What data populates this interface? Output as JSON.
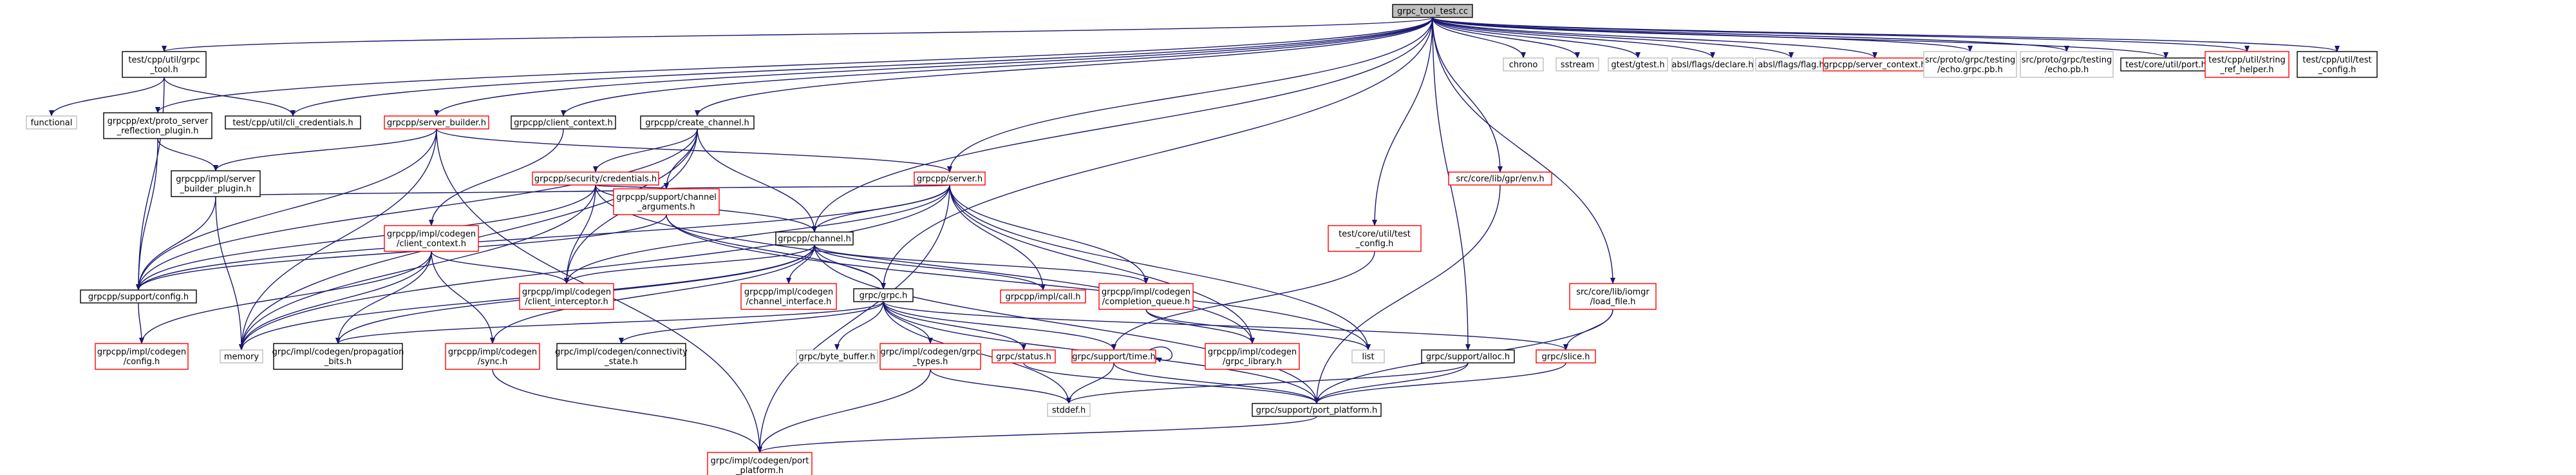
{
  "colors": {
    "edge": "#191970",
    "node_black_border": "#000000",
    "node_red_border": "#ff0000",
    "node_gray_border": "#bfbfbf",
    "root_fill": "#bfbfbf",
    "node_fill": "#ffffff"
  },
  "nodes": [
    {
      "id": "root",
      "lines": [
        "grpc_tool_test.cc"
      ],
      "style": "root"
    },
    {
      "id": "test_grpc_tool",
      "lines": [
        "test/cpp/util/grpc",
        "_tool.h"
      ],
      "style": "black"
    },
    {
      "id": "proto_reflection",
      "lines": [
        "grpcpp/ext/proto_server",
        "_reflection_plugin.h"
      ],
      "style": "black"
    },
    {
      "id": "cli_credentials",
      "lines": [
        "test/cpp/util/cli_credentials.h"
      ],
      "style": "black"
    },
    {
      "id": "server_builder",
      "lines": [
        "grpcpp/server_builder.h"
      ],
      "style": "red"
    },
    {
      "id": "client_context",
      "lines": [
        "grpcpp/client_context.h"
      ],
      "style": "black"
    },
    {
      "id": "create_channel",
      "lines": [
        "grpcpp/create_channel.h"
      ],
      "style": "black"
    },
    {
      "id": "chrono",
      "lines": [
        "chrono"
      ],
      "style": "gray"
    },
    {
      "id": "sstream",
      "lines": [
        "sstream"
      ],
      "style": "gray"
    },
    {
      "id": "gtest",
      "lines": [
        "gtest/gtest.h"
      ],
      "style": "gray"
    },
    {
      "id": "absl_declare",
      "lines": [
        "absl/flags/declare.h"
      ],
      "style": "gray"
    },
    {
      "id": "absl_flag",
      "lines": [
        "absl/flags/flag.h"
      ],
      "style": "gray"
    },
    {
      "id": "server_context",
      "lines": [
        "grpcpp/server_context.h"
      ],
      "style": "red"
    },
    {
      "id": "echo_grpc_pb",
      "lines": [
        "src/proto/grpc/testing",
        "/echo.grpc.pb.h"
      ],
      "style": "gray"
    },
    {
      "id": "echo_pb",
      "lines": [
        "src/proto/grpc/testing",
        "/echo.pb.h"
      ],
      "style": "gray"
    },
    {
      "id": "port_h",
      "lines": [
        "test/core/util/port.h"
      ],
      "style": "black"
    },
    {
      "id": "string_ref_helper",
      "lines": [
        "test/cpp/util/string",
        "_ref_helper.h"
      ],
      "style": "red"
    },
    {
      "id": "cpp_test_config",
      "lines": [
        "test/cpp/util/test",
        "_config.h"
      ],
      "style": "black"
    },
    {
      "id": "functional",
      "lines": [
        "functional"
      ],
      "style": "gray"
    },
    {
      "id": "server_builder_plugin",
      "lines": [
        "grpcpp/impl/server",
        "_builder_plugin.h"
      ],
      "style": "black"
    },
    {
      "id": "security_credentials",
      "lines": [
        "grpcpp/security/credentials.h"
      ],
      "style": "red"
    },
    {
      "id": "server_h",
      "lines": [
        "grpcpp/server.h"
      ],
      "style": "red"
    },
    {
      "id": "gpr_env",
      "lines": [
        "src/core/lib/gpr/env.h"
      ],
      "style": "red"
    },
    {
      "id": "channel_arguments",
      "lines": [
        "grpcpp/support/channel",
        "_arguments.h"
      ],
      "style": "red"
    },
    {
      "id": "channel_h",
      "lines": [
        "grpcpp/channel.h"
      ],
      "style": "black"
    },
    {
      "id": "codegen_client_context",
      "lines": [
        "grpcpp/impl/codegen",
        "/client_context.h"
      ],
      "style": "red"
    },
    {
      "id": "core_test_config",
      "lines": [
        "test/core/util/test",
        "_config.h"
      ],
      "style": "red"
    },
    {
      "id": "support_config",
      "lines": [
        "grpcpp/support/config.h"
      ],
      "style": "black"
    },
    {
      "id": "channel_interface",
      "lines": [
        "grpcpp/impl/codegen",
        "/channel_interface.h"
      ],
      "style": "red"
    },
    {
      "id": "grpc_h",
      "lines": [
        "grpc/grpc.h"
      ],
      "style": "black"
    },
    {
      "id": "impl_call",
      "lines": [
        "grpcpp/impl/call.h"
      ],
      "style": "red"
    },
    {
      "id": "completion_queue",
      "lines": [
        "grpcpp/impl/codegen",
        "/completion_queue.h"
      ],
      "style": "red"
    },
    {
      "id": "client_interceptor",
      "lines": [
        "grpcpp/impl/codegen",
        "/client_interceptor.h"
      ],
      "style": "red"
    },
    {
      "id": "load_file",
      "lines": [
        "src/core/lib/iomgr",
        "/load_file.h"
      ],
      "style": "red"
    },
    {
      "id": "codegen_config",
      "lines": [
        "grpcpp/impl/codegen",
        "/config.h"
      ],
      "style": "red"
    },
    {
      "id": "memory",
      "lines": [
        "memory"
      ],
      "style": "gray"
    },
    {
      "id": "propagation_bits",
      "lines": [
        "grpc/impl/codegen/propagation",
        "_bits.h"
      ],
      "style": "black"
    },
    {
      "id": "codegen_sync",
      "lines": [
        "grpcpp/impl/codegen",
        "/sync.h"
      ],
      "style": "red"
    },
    {
      "id": "connectivity_state",
      "lines": [
        "grpc/impl/codegen/connectivity",
        "_state.h"
      ],
      "style": "black"
    },
    {
      "id": "byte_buffer",
      "lines": [
        "grpc/byte_buffer.h"
      ],
      "style": "gray"
    },
    {
      "id": "grpc_types",
      "lines": [
        "grpc/impl/codegen/grpc",
        "_types.h"
      ],
      "style": "red"
    },
    {
      "id": "status_h",
      "lines": [
        "grpc/status.h"
      ],
      "style": "red"
    },
    {
      "id": "time_h",
      "lines": [
        "grpc/support/time.h"
      ],
      "style": "red"
    },
    {
      "id": "grpc_library",
      "lines": [
        "grpcpp/impl/codegen",
        "/grpc_library.h"
      ],
      "style": "red"
    },
    {
      "id": "list",
      "lines": [
        "list"
      ],
      "style": "gray"
    },
    {
      "id": "alloc_h",
      "lines": [
        "grpc/support/alloc.h"
      ],
      "style": "black"
    },
    {
      "id": "slice_h",
      "lines": [
        "grpc/slice.h"
      ],
      "style": "red"
    },
    {
      "id": "stddef",
      "lines": [
        "stddef.h"
      ],
      "style": "gray"
    },
    {
      "id": "port_platform",
      "lines": [
        "grpc/support/port_platform.h"
      ],
      "style": "black"
    },
    {
      "id": "codegen_port_platform",
      "lines": [
        "grpc/impl/codegen/port",
        "_platform.h"
      ],
      "style": "red"
    }
  ],
  "edges": [
    [
      "root",
      "test_grpc_tool"
    ],
    [
      "root",
      "proto_reflection"
    ],
    [
      "root",
      "cli_credentials"
    ],
    [
      "root",
      "server_builder"
    ],
    [
      "root",
      "client_context"
    ],
    [
      "root",
      "create_channel"
    ],
    [
      "root",
      "chrono"
    ],
    [
      "root",
      "sstream"
    ],
    [
      "root",
      "gtest"
    ],
    [
      "root",
      "absl_declare"
    ],
    [
      "root",
      "absl_flag"
    ],
    [
      "root",
      "server_context"
    ],
    [
      "root",
      "echo_grpc_pb"
    ],
    [
      "root",
      "echo_pb"
    ],
    [
      "root",
      "port_h"
    ],
    [
      "root",
      "string_ref_helper"
    ],
    [
      "root",
      "cpp_test_config"
    ],
    [
      "root",
      "server_h"
    ],
    [
      "root",
      "gpr_env"
    ],
    [
      "root",
      "core_test_config"
    ],
    [
      "root",
      "load_file"
    ],
    [
      "root",
      "channel_h"
    ],
    [
      "root",
      "grpc_h"
    ],
    [
      "root",
      "alloc_h"
    ],
    [
      "test_grpc_tool",
      "functional"
    ],
    [
      "test_grpc_tool",
      "cli_credentials"
    ],
    [
      "test_grpc_tool",
      "support_config"
    ],
    [
      "proto_reflection",
      "server_builder_plugin"
    ],
    [
      "proto_reflection",
      "support_config"
    ],
    [
      "server_builder",
      "server_builder_plugin"
    ],
    [
      "server_builder",
      "support_config"
    ],
    [
      "server_builder",
      "memory"
    ],
    [
      "server_builder",
      "server_h"
    ],
    [
      "server_builder",
      "codegen_port_platform"
    ],
    [
      "client_context",
      "codegen_client_context"
    ],
    [
      "create_channel",
      "security_credentials"
    ],
    [
      "create_channel",
      "channel_h"
    ],
    [
      "create_channel",
      "channel_arguments"
    ],
    [
      "create_channel",
      "support_config"
    ],
    [
      "create_channel",
      "memory"
    ],
    [
      "create_channel",
      "client_interceptor"
    ],
    [
      "server_builder_plugin",
      "support_config"
    ],
    [
      "server_builder_plugin",
      "memory"
    ],
    [
      "server_builder_plugin",
      "channel_arguments"
    ],
    [
      "security_credentials",
      "channel_h"
    ],
    [
      "security_credentials",
      "channel_arguments"
    ],
    [
      "security_credentials",
      "client_interceptor"
    ],
    [
      "security_credentials",
      "support_config"
    ],
    [
      "security_credentials",
      "memory"
    ],
    [
      "security_credentials",
      "grpc_library"
    ],
    [
      "server_h",
      "channel_h"
    ],
    [
      "server_h",
      "channel_arguments"
    ],
    [
      "server_h",
      "support_config"
    ],
    [
      "server_h",
      "completion_queue"
    ],
    [
      "server_h",
      "impl_call"
    ],
    [
      "server_h",
      "grpc_library"
    ],
    [
      "server_h",
      "list"
    ],
    [
      "server_h",
      "codegen_port_platform"
    ],
    [
      "server_h",
      "client_interceptor"
    ],
    [
      "server_h",
      "memory"
    ],
    [
      "gpr_env",
      "port_platform"
    ],
    [
      "channel_arguments",
      "support_config"
    ],
    [
      "channel_arguments",
      "grpc_h"
    ],
    [
      "channel_arguments",
      "list"
    ],
    [
      "channel_h",
      "channel_interface"
    ],
    [
      "channel_h",
      "grpc_h"
    ],
    [
      "channel_h",
      "impl_call"
    ],
    [
      "channel_h",
      "completion_queue"
    ],
    [
      "channel_h",
      "client_interceptor"
    ],
    [
      "channel_h",
      "memory"
    ],
    [
      "channel_h",
      "codegen_sync"
    ],
    [
      "channel_h",
      "propagation_bits"
    ],
    [
      "channel_h",
      "port_platform"
    ],
    [
      "codegen_client_context",
      "codegen_config"
    ],
    [
      "codegen_client_context",
      "memory"
    ],
    [
      "codegen_client_context",
      "propagation_bits"
    ],
    [
      "codegen_client_context",
      "codegen_sync"
    ],
    [
      "codegen_client_context",
      "client_interceptor"
    ],
    [
      "core_test_config",
      "time_h"
    ],
    [
      "grpc_h",
      "propagation_bits"
    ],
    [
      "grpc_h",
      "connectivity_state"
    ],
    [
      "grpc_h",
      "byte_buffer"
    ],
    [
      "grpc_h",
      "grpc_types"
    ],
    [
      "grpc_h",
      "status_h"
    ],
    [
      "grpc_h",
      "time_h"
    ],
    [
      "grpc_h",
      "slice_h"
    ],
    [
      "grpc_h",
      "port_platform"
    ],
    [
      "grpc_h",
      "stddef"
    ],
    [
      "completion_queue",
      "list"
    ],
    [
      "completion_queue",
      "grpc_library"
    ],
    [
      "load_file",
      "slice_h"
    ],
    [
      "load_file",
      "port_platform"
    ],
    [
      "support_config",
      "codegen_config"
    ],
    [
      "codegen_sync",
      "codegen_port_platform"
    ],
    [
      "grpc_types",
      "stddef"
    ],
    [
      "grpc_types",
      "codegen_port_platform"
    ],
    [
      "status_h",
      "port_platform"
    ],
    [
      "time_h",
      "time_h"
    ],
    [
      "time_h",
      "stddef"
    ],
    [
      "time_h",
      "port_platform"
    ],
    [
      "alloc_h",
      "port_platform"
    ],
    [
      "alloc_h",
      "stddef"
    ],
    [
      "slice_h",
      "port_platform"
    ],
    [
      "port_platform",
      "codegen_port_platform"
    ]
  ]
}
